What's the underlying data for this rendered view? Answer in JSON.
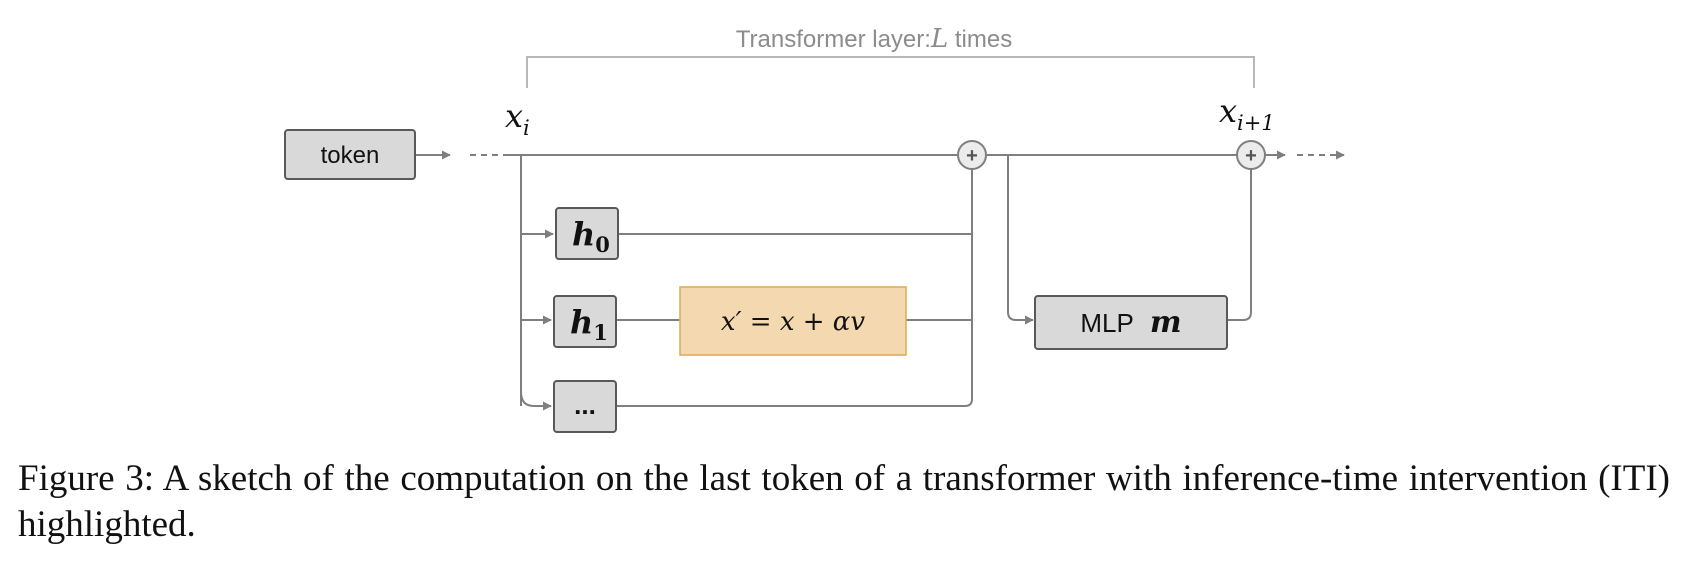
{
  "diagram": {
    "bracket_label_prefix": "Transformer layer:",
    "bracket_label_var": "L",
    "bracket_label_suffix": " times",
    "input_var": "x",
    "input_sub": "i",
    "output_var": "x",
    "output_sub": "i+1",
    "token_label": "token",
    "plus_symbol": "+",
    "heads": [
      {
        "var": "h",
        "sub": "0"
      },
      {
        "var": "h",
        "sub": "1"
      },
      {
        "var": "...",
        "sub": ""
      }
    ],
    "intervention": {
      "lhs": "x′",
      "eq": " = ",
      "rhs": "x + αv"
    },
    "mlp_label": "MLP",
    "mlp_var": "m",
    "colors": {
      "line": "#7f7f7f",
      "box_fill": "#d9d9d9",
      "box_stroke": "#595959",
      "intervention_fill": "#f4d9b0",
      "intervention_stroke": "#e0a854",
      "bracket": "#b8b8b8",
      "bracket_text": "#8c8c8c"
    }
  },
  "caption": {
    "text": "Figure 3:  A sketch of the computation on the last token of a transformer with inference-time intervention (ITI) highlighted."
  }
}
